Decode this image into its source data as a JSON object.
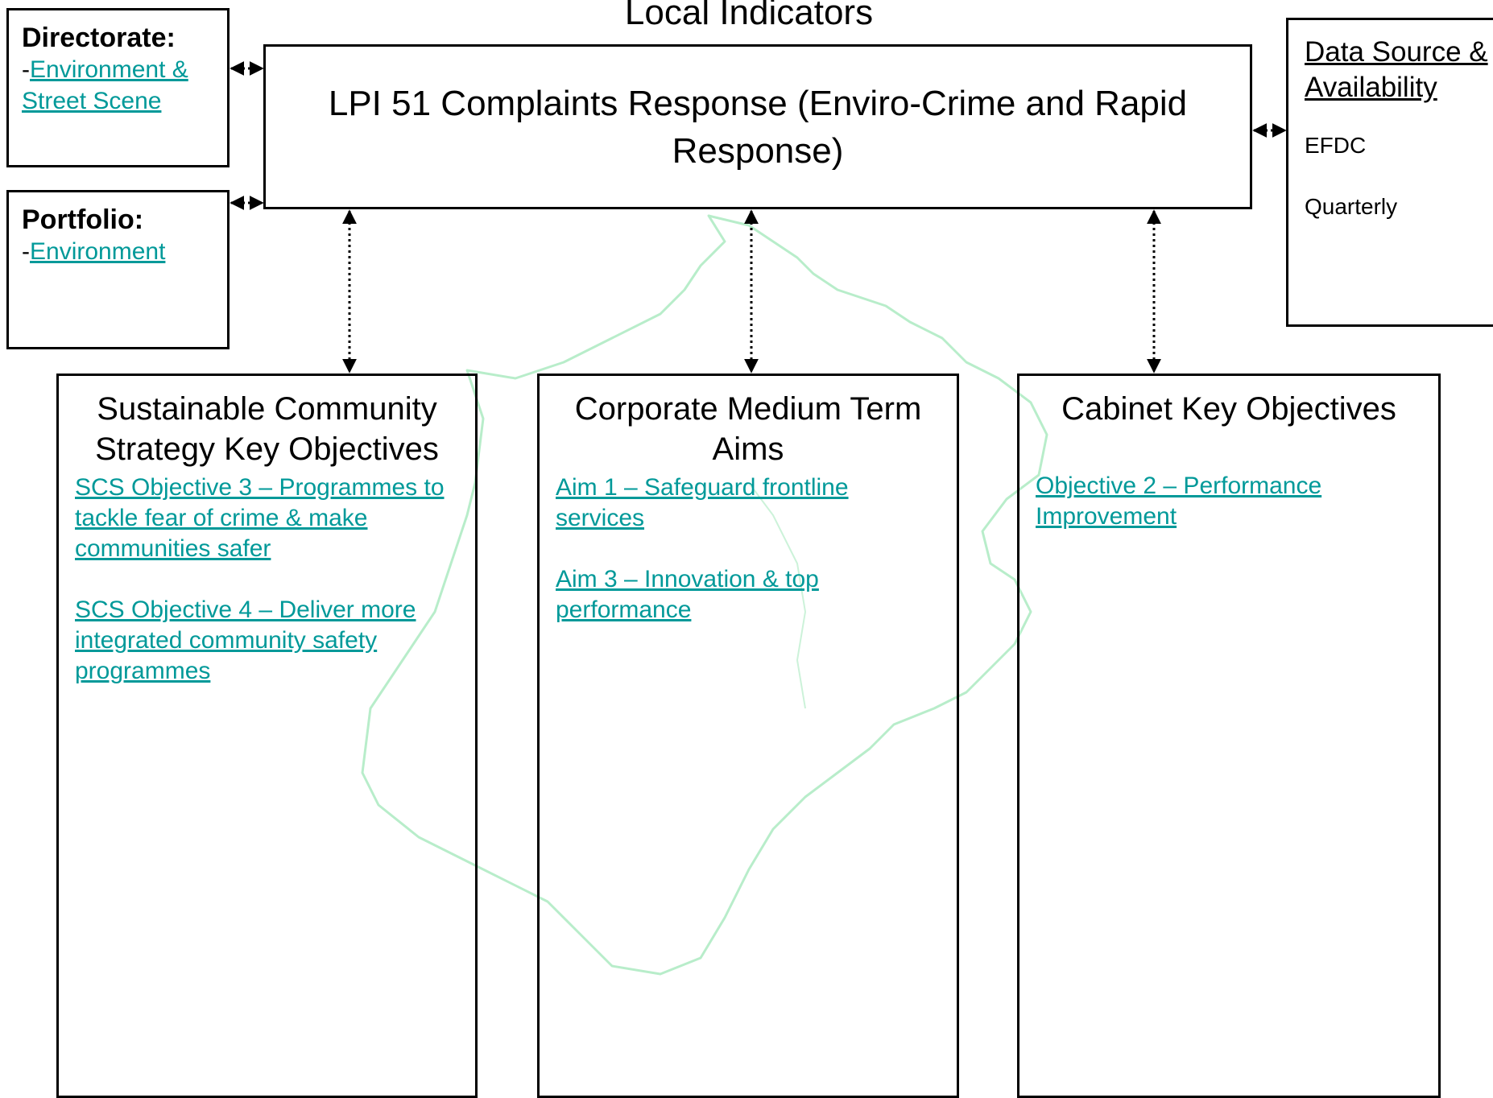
{
  "heading": "Local Indicators",
  "directorate": {
    "label": "Directorate:",
    "prefix": "-",
    "link": "Environment & Street Scene"
  },
  "portfolio": {
    "label": "Portfolio:",
    "prefix": "-",
    "link": "Environment"
  },
  "indicator": {
    "title": "LPI 51 Complaints Response (Enviro-Crime and Rapid Response)"
  },
  "data_source": {
    "title": "Data Source & Availability",
    "source": "EFDC",
    "frequency": "Quarterly"
  },
  "columns": {
    "scs": {
      "title": "Sustainable Community Strategy Key Objectives",
      "links": [
        "SCS Objective 3 – Programmes to tackle fear of crime & make communities safer",
        "SCS Objective 4 – Deliver more integrated community safety programmes"
      ]
    },
    "cmta": {
      "title": "Corporate Medium Term Aims",
      "links": [
        "Aim 1 – Safeguard frontline services",
        "Aim 3 – Innovation & top performance"
      ]
    },
    "cabinet": {
      "title": "Cabinet Key Objectives",
      "links": [
        "Objective 2 – Performance Improvement"
      ]
    }
  },
  "colors": {
    "link": "#009999",
    "watermark": "#33cc66",
    "border": "#000000"
  }
}
